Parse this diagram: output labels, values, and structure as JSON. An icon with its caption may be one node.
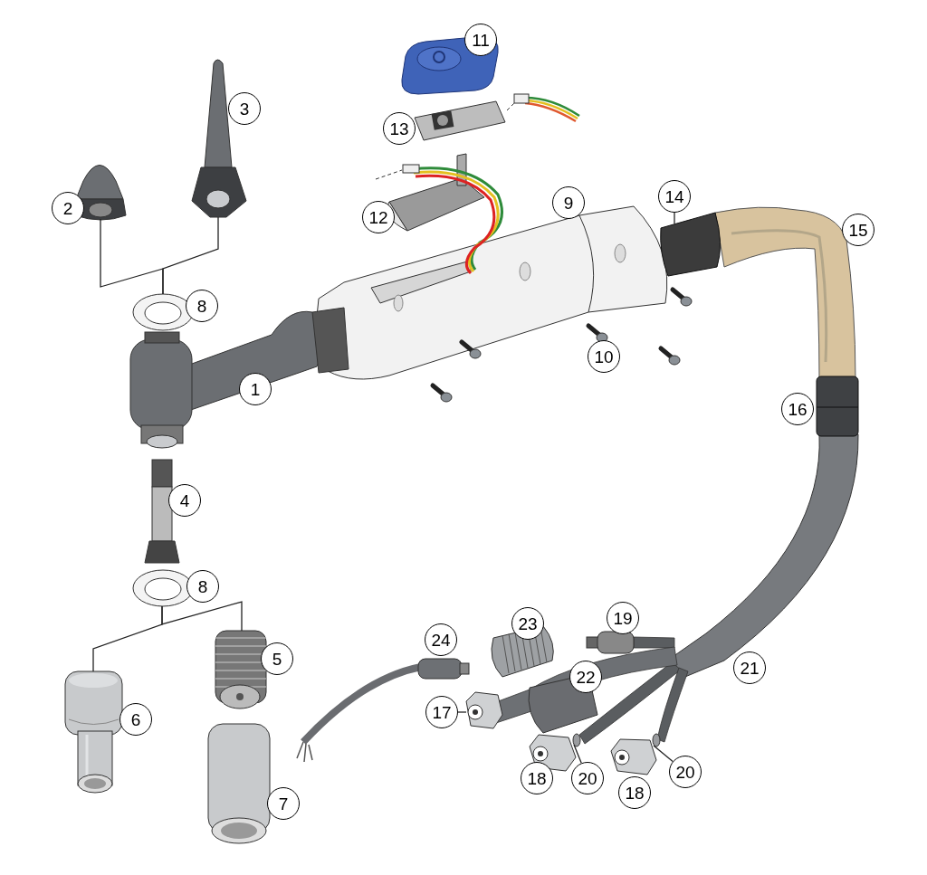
{
  "diagram": {
    "nodes": [
      {
        "text": [
          "11"
        ]
      },
      {
        "text": [
          "3"
        ]
      },
      {
        "text": [
          "13"
        ]
      },
      {
        "text": [
          "14"
        ]
      },
      {
        "text": [
          "9"
        ]
      },
      {
        "text": [
          "2"
        ]
      },
      {
        "text": [
          "12"
        ]
      },
      {
        "text": [
          "15"
        ]
      },
      {
        "text": [
          "8"
        ]
      },
      {
        "text": [
          "10"
        ]
      },
      {
        "text": [
          "1"
        ]
      },
      {
        "text": [
          "16"
        ]
      },
      {
        "text": [
          "4"
        ]
      },
      {
        "text": [
          "8"
        ]
      },
      {
        "text": [
          "5"
        ]
      },
      {
        "text": [
          "19"
        ]
      },
      {
        "text": [
          "23"
        ]
      },
      {
        "text": [
          "24"
        ]
      },
      {
        "text": [
          "21"
        ]
      },
      {
        "text": [
          "22"
        ]
      },
      {
        "text": [
          "6"
        ]
      },
      {
        "text": [
          "17"
        ]
      },
      {
        "text": [
          "20"
        ]
      },
      {
        "text": [
          "20"
        ]
      },
      {
        "text": [
          "7"
        ]
      },
      {
        "text": [
          "18"
        ]
      },
      {
        "text": [
          "18"
        ]
      },
      {
        "text": [],
        "shape": "picture"
      },
      {
        "text": [],
        "shape": "picture"
      },
      {
        "text": [],
        "shape": "picture"
      },
      {
        "text": [],
        "shape": "picture"
      },
      {
        "text": [],
        "shape": "picture"
      },
      {
        "text": [],
        "shape": "picture"
      },
      {
        "text": [],
        "shape": "picture"
      },
      {
        "text": [],
        "shape": "picture"
      },
      {
        "text": [],
        "shape": "circle"
      },
      {
        "text": [],
        "shape": "circle"
      }
    ],
    "edges": [
      {
        "from": 3,
        "to": 30,
        "arrow": "none"
      },
      {
        "from": 21,
        "to": 34,
        "arrow": "none"
      },
      {
        "from": 22,
        "to": 35,
        "arrow": "none"
      },
      {
        "from": 23,
        "to": 36,
        "arrow": "none"
      },
      {
        "from": 28,
        "to": 29,
        "arrow": "none"
      },
      {
        "from": 27,
        "to": 29,
        "arrow": "none"
      },
      {
        "from": 31,
        "to": 33,
        "arrow": "none"
      },
      {
        "from": 31,
        "to": 32,
        "arrow": "none"
      }
    ]
  }
}
